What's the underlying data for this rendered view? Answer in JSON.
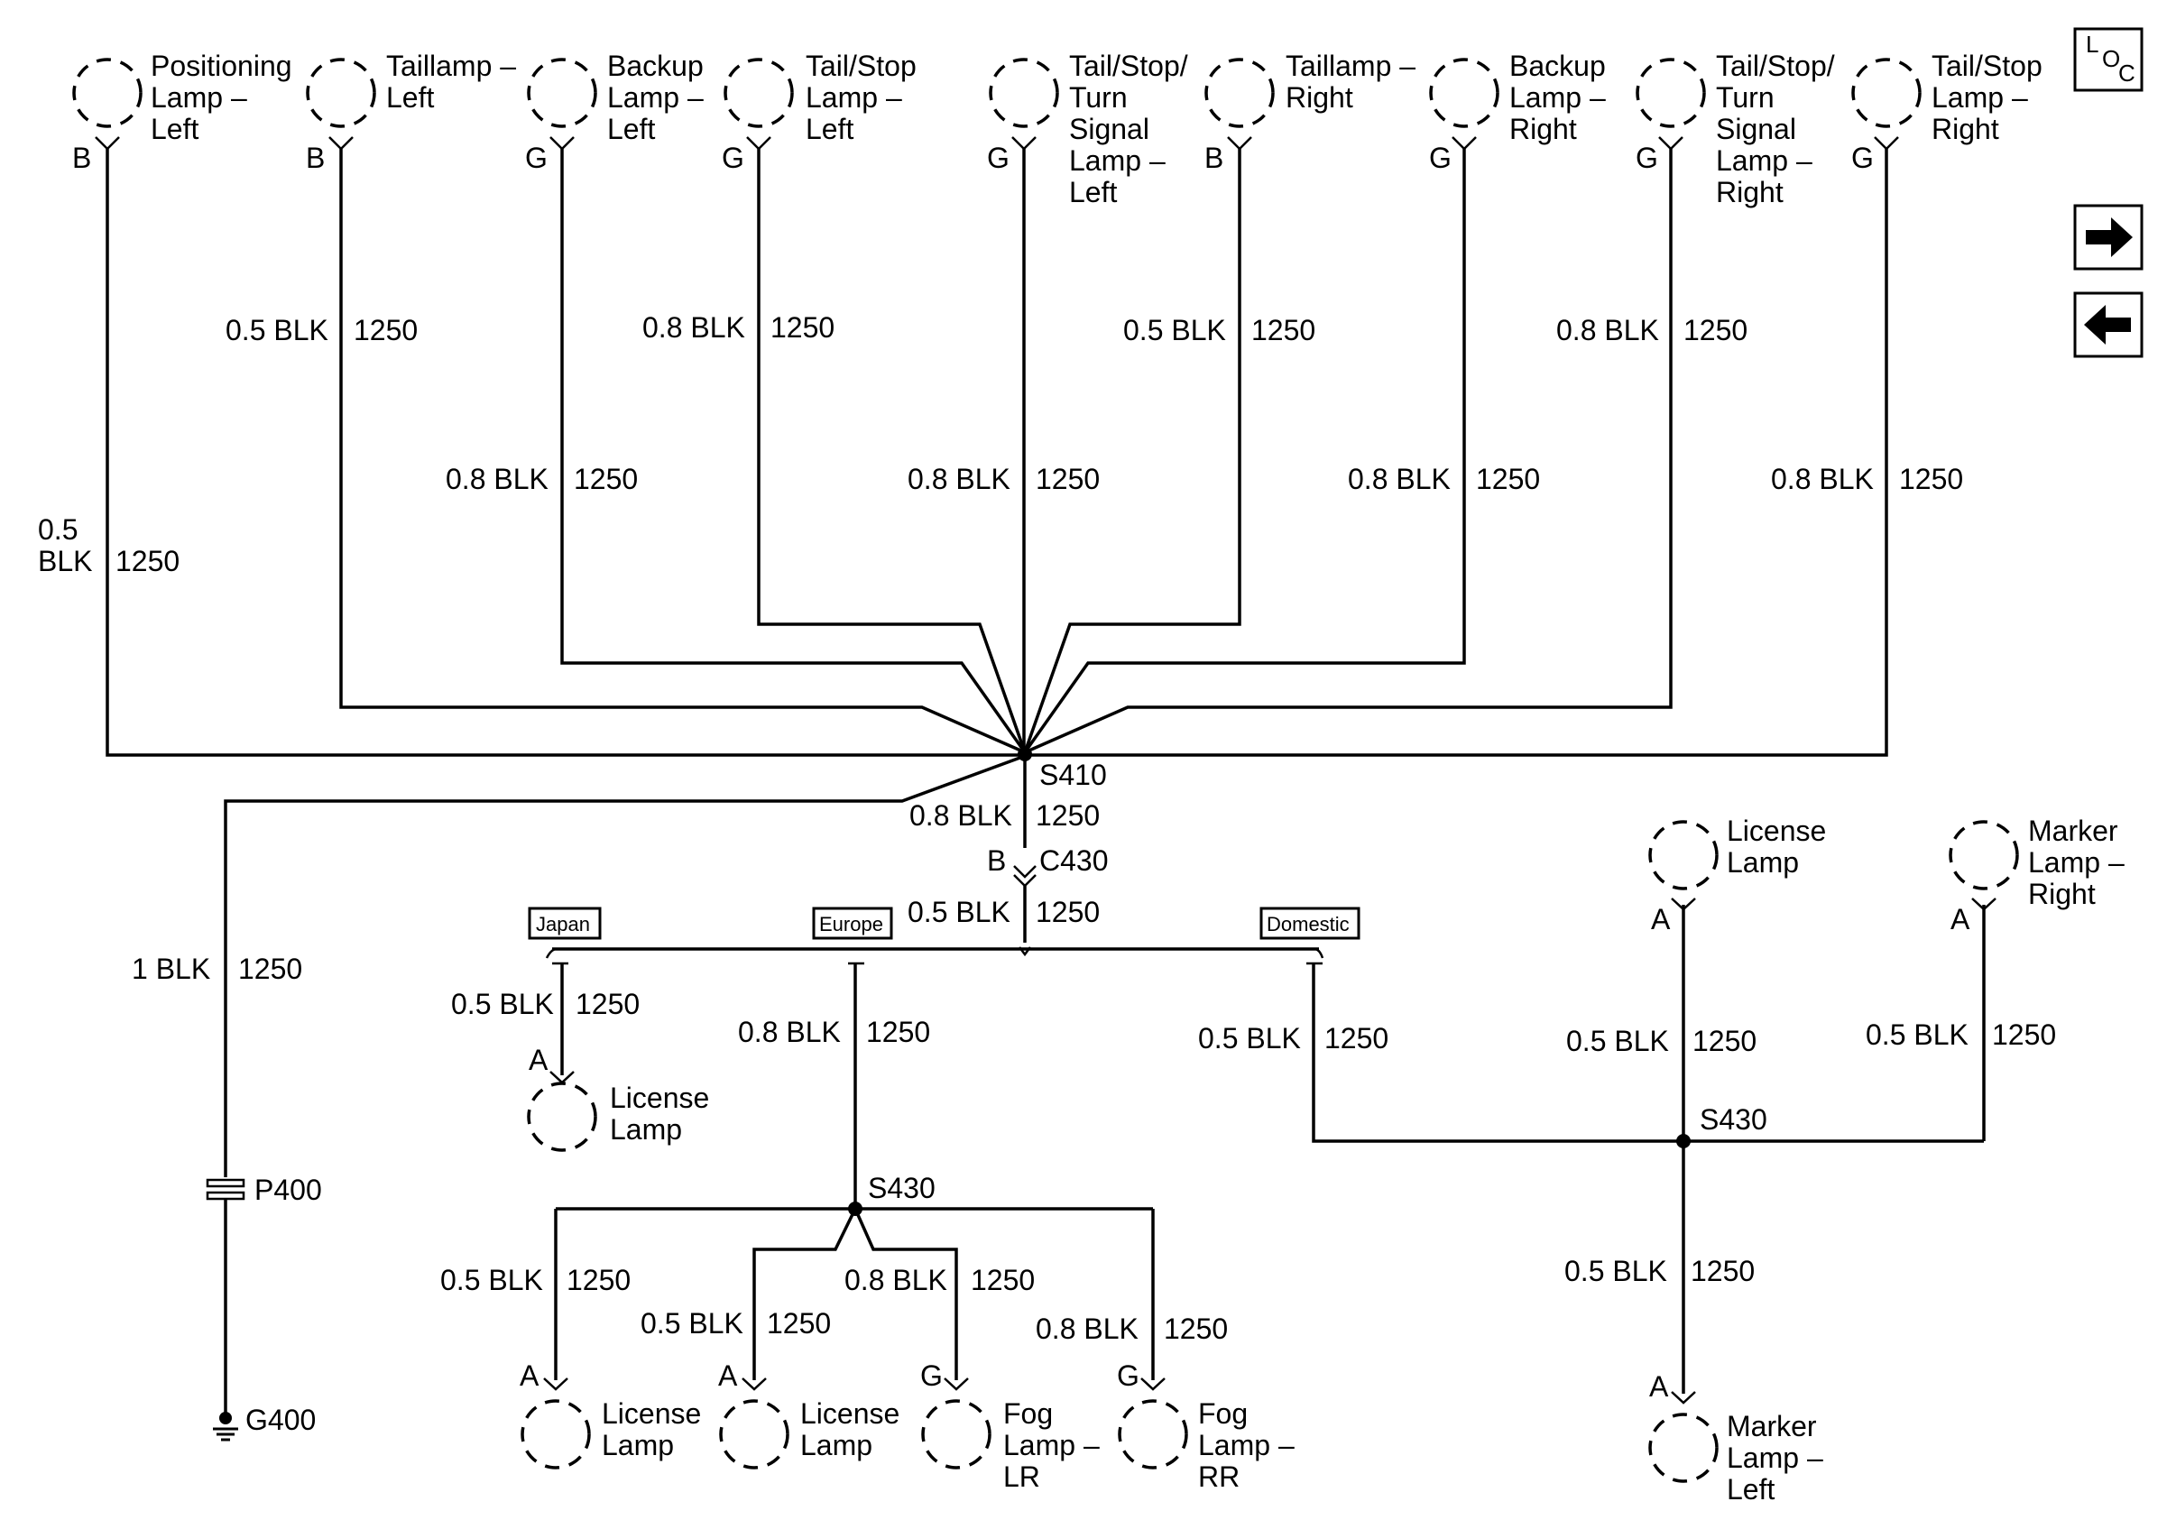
{
  "nav": {
    "loc_main": "L",
    "loc_sub1": "O",
    "loc_sub2": "C"
  },
  "wire": {
    "blk05": "0.5 BLK",
    "blk08": "0.8 BLK",
    "blk1": "1 BLK",
    "blk05_line1": "0.5",
    "blk05_line2": "BLK",
    "circuit": "1250"
  },
  "pins": {
    "a": "A",
    "b": "B",
    "g": "G"
  },
  "top_lamps": {
    "positioning_left": [
      "Positioning",
      "Lamp –",
      "Left"
    ],
    "taillamp_left": [
      "Taillamp –",
      "Left"
    ],
    "backup_left": [
      "Backup",
      "Lamp –",
      "Left"
    ],
    "tailstop_left": [
      "Tail/Stop",
      "Lamp –",
      "Left"
    ],
    "turn_left": [
      "Tail/Stop/",
      "Turn",
      "Signal",
      "Lamp –",
      "Left"
    ],
    "taillamp_right": [
      "Taillamp –",
      "Right"
    ],
    "backup_right": [
      "Backup",
      "Lamp –",
      "Right"
    ],
    "turn_right": [
      "Tail/Stop/",
      "Turn",
      "Signal",
      "Lamp –",
      "Right"
    ],
    "tailstop_right": [
      "Tail/Stop",
      "Lamp –",
      "Right"
    ]
  },
  "splices": {
    "s410": "S410",
    "s430": "S430"
  },
  "connectors": {
    "c430": "C430",
    "p400": "P400"
  },
  "ground": {
    "g400": "G400"
  },
  "options": {
    "japan": "Japan",
    "europe": "Europe",
    "domestic": "Domestic"
  },
  "bottom_lamps": {
    "license": [
      "License",
      "Lamp"
    ],
    "fog_lr": [
      "Fog",
      "Lamp –",
      "LR"
    ],
    "fog_rr": [
      "Fog",
      "Lamp –",
      "RR"
    ],
    "marker_right": [
      "Marker",
      "Lamp –",
      "Right"
    ],
    "marker_left": [
      "Marker",
      "Lamp –",
      "Left"
    ]
  }
}
